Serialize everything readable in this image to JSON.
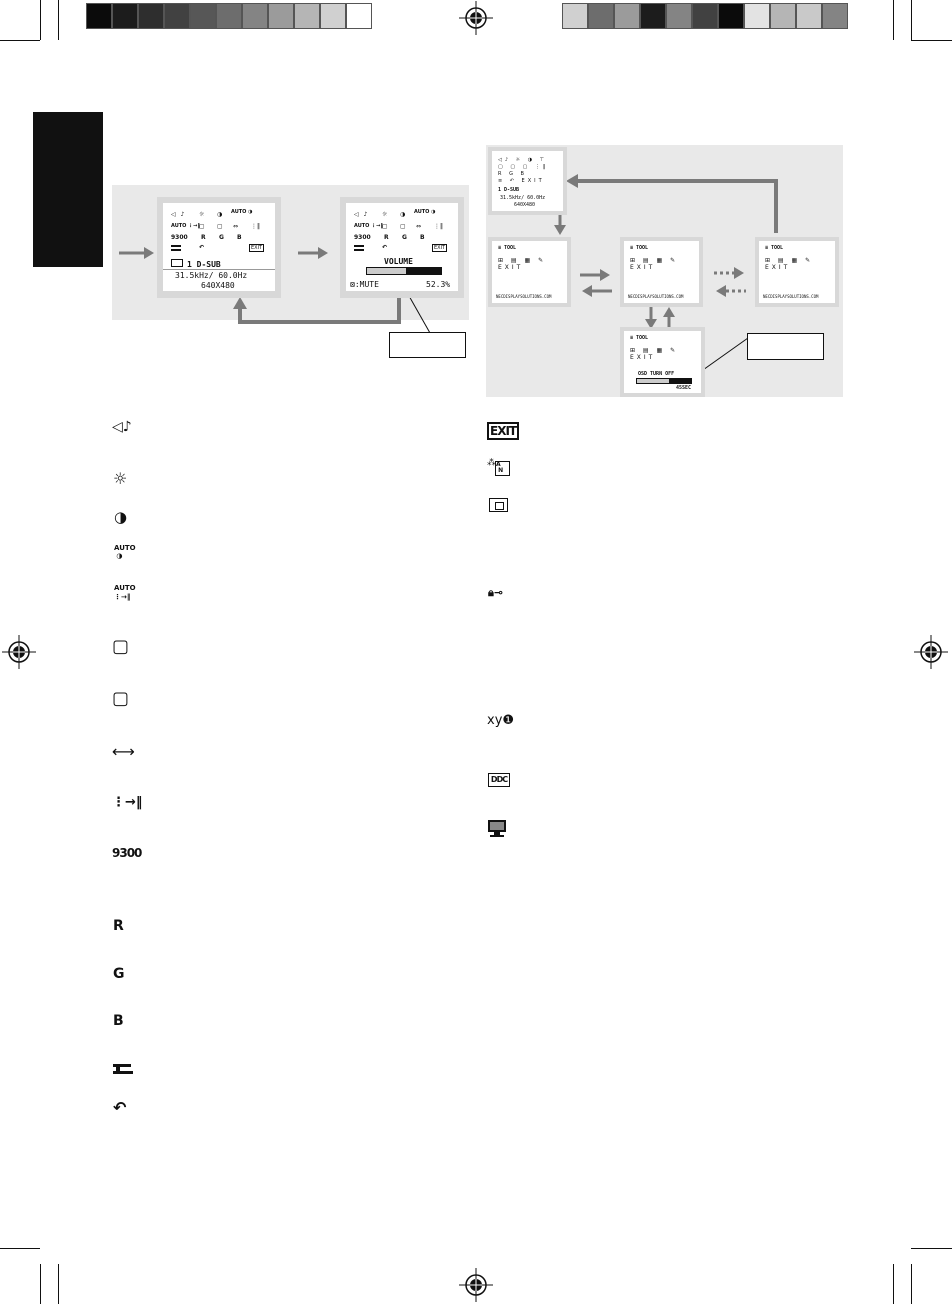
{
  "colors": {
    "bar_left": [
      "#0b0b0b",
      "#1c1c1c",
      "#2e2e2e",
      "#414141",
      "#575757",
      "#6d6d6d",
      "#848484",
      "#9b9b9b",
      "#b5b5b5",
      "#d0d0d0",
      "#ffffff"
    ],
    "bar_right": [
      "#d0d0d0",
      "#6d6d6d",
      "#9b9b9b",
      "#1c1c1c",
      "#848484",
      "#414141",
      "#0b0b0b",
      "#e3e3e3",
      "#b5b5b5",
      "#c9c9c9",
      "#848484"
    ],
    "osd_frame": "#d8d8d8",
    "arrow": "#7a7a7a"
  },
  "osd_main": {
    "icons_row1": [
      "◁♪",
      "☼",
      "◑",
      "AUTO ◑"
    ],
    "icons_row2": [
      "AUTO ⋮→‖",
      "▢",
      "▢",
      "⇔",
      "⋮‖"
    ],
    "icons_row3": [
      "9300",
      "R",
      "G",
      "B"
    ],
    "icons_row4": [
      "tool",
      "↶",
      "EXIT"
    ],
    "input": "1 D-SUB",
    "freq": "31.5kHz/ 60.0Hz",
    "res": "640X480"
  },
  "osd_volume": {
    "title": "VOLUME",
    "mute": "MUTE",
    "value": "52.3%",
    "level": 0.523
  },
  "osd_tool": {
    "title": "TOOL",
    "url": "NECDISPLAYSOLUTIONS.COM",
    "turnoff_label": "OSD TURN OFF",
    "turnoff_time": "45SEC"
  },
  "legend_left": [
    "◁♪",
    "☼",
    "◑",
    "AUTO",
    "AUTO",
    "▢",
    "▢",
    "⟷",
    "⋮→‖",
    "9300",
    "R",
    "G",
    "B",
    "tool",
    "↶"
  ],
  "legend_right": [
    "EXIT",
    "lang",
    "osd-lock",
    "lock",
    "xy",
    "ddc",
    "monitor"
  ]
}
